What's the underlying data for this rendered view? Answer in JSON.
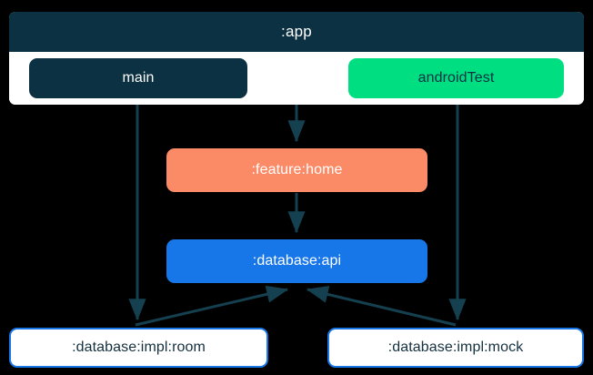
{
  "diagram": {
    "type": "dependency-graph",
    "background_color": "#000000",
    "cluster": {
      "title": ":app",
      "header_color": "#0b3142",
      "body_color": "#ffffff",
      "source_sets": [
        {
          "label": "main",
          "color": "#0b3142",
          "text_color": "#ffffff"
        },
        {
          "label": "androidTest",
          "color": "#00de82",
          "text_color": "#0b3142"
        }
      ]
    },
    "nodes": [
      {
        "id": "feature-home",
        "label": ":feature:home",
        "fill": "#fb8a66",
        "text_color": "#ffffff"
      },
      {
        "id": "database-api",
        "label": ":database:api",
        "fill": "#1877e8",
        "text_color": "#ffffff"
      },
      {
        "id": "database-impl-room",
        "label": ":database:impl:room",
        "fill": "#ffffff",
        "border": "#1877e8",
        "text_color": "#14303f"
      },
      {
        "id": "database-impl-mock",
        "label": ":database:impl:mock",
        "fill": "#ffffff",
        "border": "#1877e8",
        "text_color": "#14303f"
      }
    ],
    "edges": [
      {
        "from": "main",
        "to": ":database:impl:room"
      },
      {
        "from": ":app",
        "to": ":feature:home"
      },
      {
        "from": "androidTest",
        "to": ":database:impl:mock"
      },
      {
        "from": ":feature:home",
        "to": ":database:api"
      },
      {
        "from": ":database:impl:room",
        "to": ":database:api"
      },
      {
        "from": ":database:impl:mock",
        "to": ":database:api"
      }
    ],
    "edge_color": "#14404f"
  }
}
